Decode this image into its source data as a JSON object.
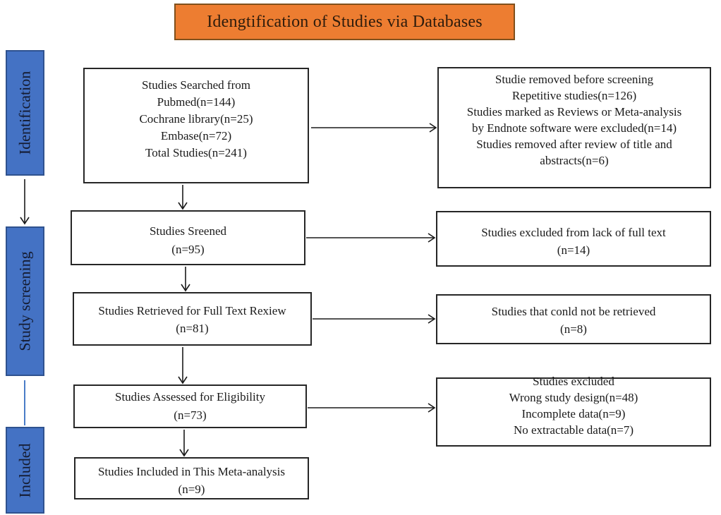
{
  "title": {
    "label": "Idengtification of Studies via Databases"
  },
  "colors": {
    "title_bg": "#ED7D31",
    "title_border": "#80501c",
    "stage_bg": "#4472C4",
    "stage_border": "#2F528F",
    "box_border": "#262626",
    "arrow": "#1a1a1a",
    "stage_connector": "#4a7cc7"
  },
  "sidebar": {
    "stages": [
      {
        "label": "Identification"
      },
      {
        "label": "Study screening"
      },
      {
        "label": "Included"
      }
    ]
  },
  "flow": {
    "left_boxes": [
      {
        "lines": [
          "Studies Searched from",
          "Pubmed(n=144)",
          "Cochrane library(n=25)",
          "Embase(n=72)",
          "Total Studies(n=241)"
        ]
      },
      {
        "lines": [
          "Studies Sreened",
          "(n=95)"
        ]
      },
      {
        "lines": [
          "Studies Retrieved for Full Text Rexiew",
          "(n=81)"
        ]
      },
      {
        "lines": [
          "Studies Assessed for Eligibility",
          "(n=73)"
        ]
      },
      {
        "lines": [
          "Studies Included in This Meta-analysis",
          "(n=9)"
        ]
      }
    ],
    "right_boxes": [
      {
        "lines": [
          "Studie removed before screening",
          "Repetitive studies(n=126)",
          "Studies marked as Reviews or Meta-analysis",
          "by Endnote software were excluded(n=14)",
          "Studies removed after review of title and",
          "abstracts(n=6)"
        ]
      },
      {
        "lines": [
          "Studies excluded from lack of full text",
          "(n=14)"
        ]
      },
      {
        "lines": [
          "Studies that conld not be retrieved",
          "(n=8)"
        ]
      },
      {
        "lines": [
          "Studies excluded",
          "Wrong study design(n=48)",
          "Incomplete data(n=9)",
          "No extractable data(n=7)"
        ]
      }
    ]
  }
}
